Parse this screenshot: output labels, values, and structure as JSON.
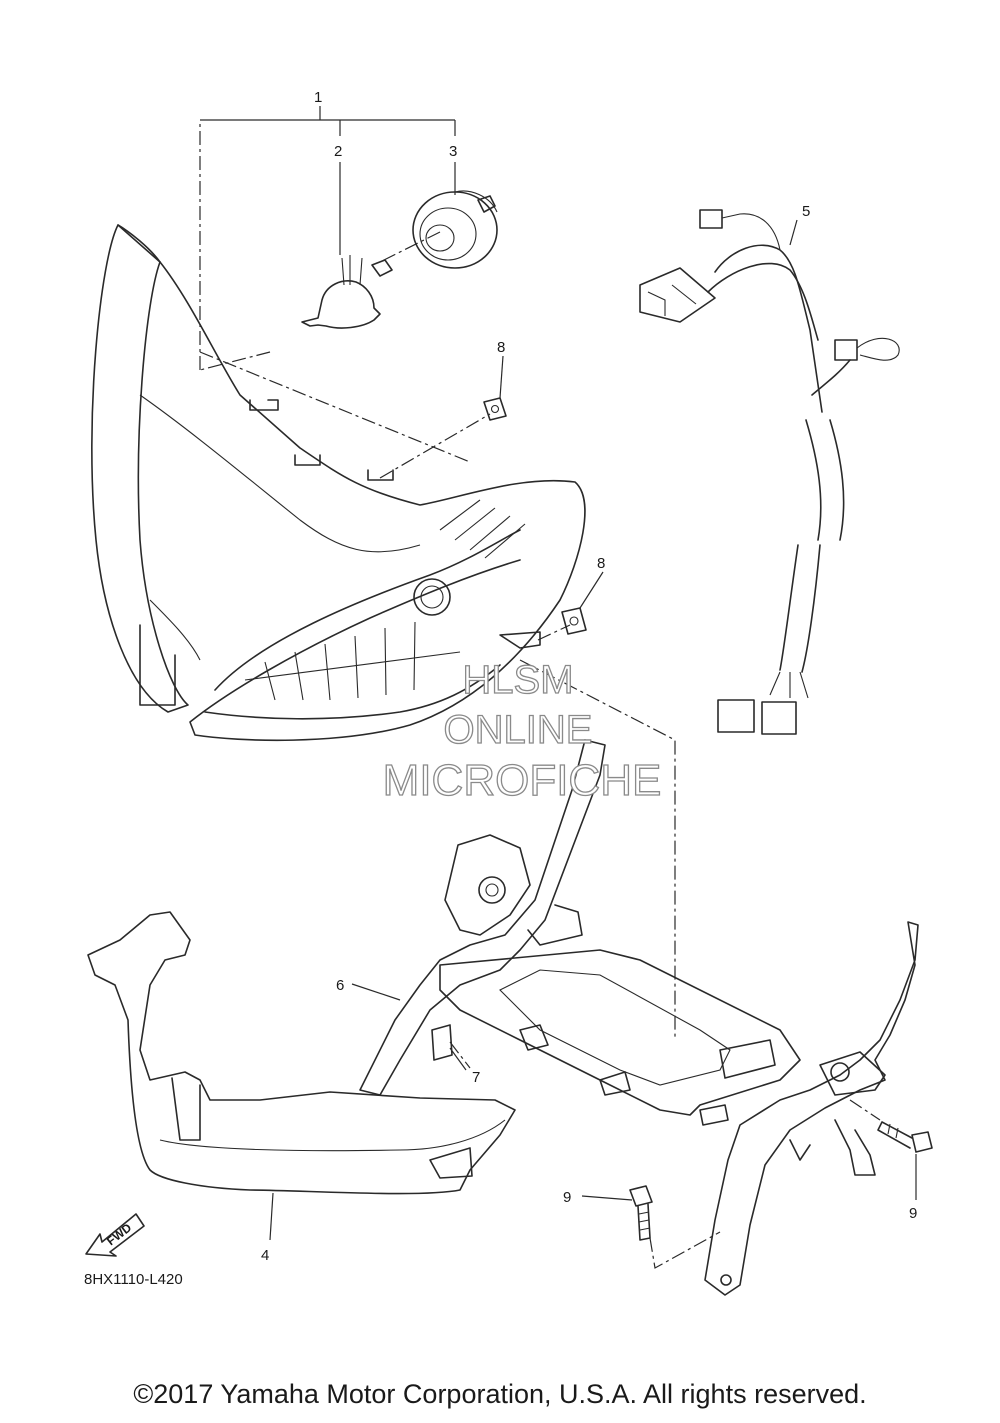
{
  "callouts": [
    "1",
    "2",
    "3",
    "4",
    "5",
    "6",
    "7",
    "8",
    "8",
    "9",
    "9"
  ],
  "fwd_label": "FWD",
  "diagram_code": "8HX1110-L420",
  "watermark": {
    "line1": "HLSM",
    "line2": "ONLINE",
    "line3": "MICROFICHE"
  },
  "copyright": "©2017 Yamaha Motor Corporation, U.S.A. All rights reserved."
}
